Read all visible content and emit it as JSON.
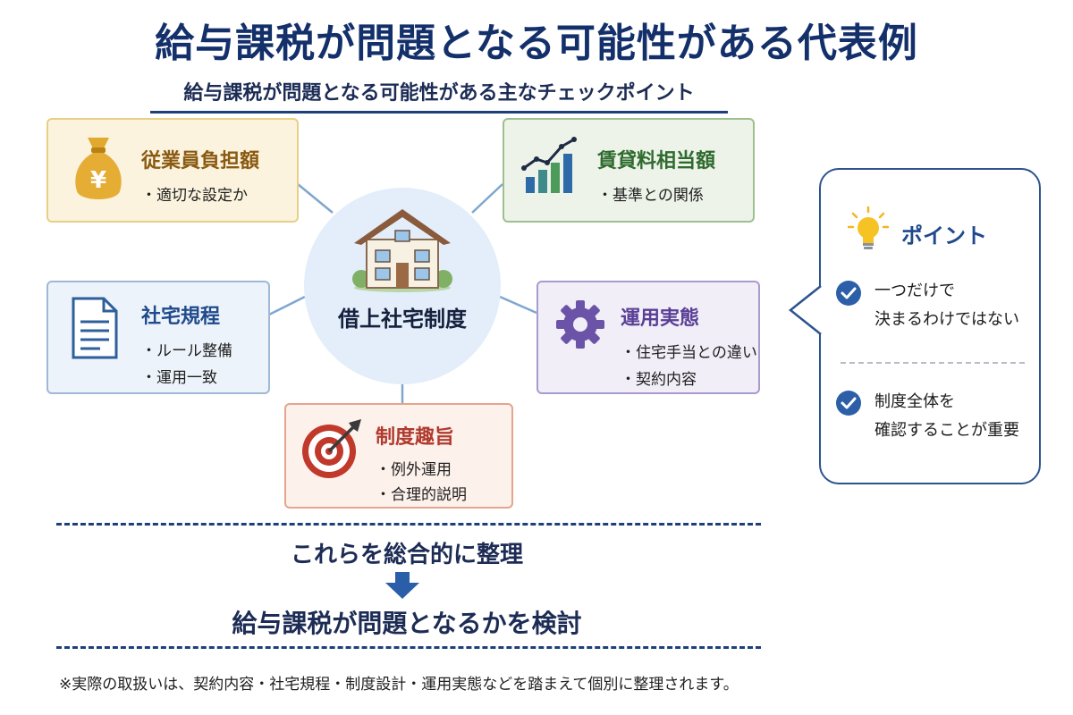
{
  "title": "給与課税が問題となる可能性がある代表例",
  "subtitle": "給与課税が問題となる可能性がある主なチェックポイント",
  "hub": {
    "label": "借上社宅制度",
    "icon": "house-icon"
  },
  "cards": {
    "employee_burden": {
      "title": "従業員負担額",
      "items": [
        "・適切な設定か"
      ],
      "icon": "money-bag-yen-icon",
      "color": "#8a5a12"
    },
    "rent_equivalent": {
      "title": "賃貸料相当額",
      "items": [
        "・基準との関係"
      ],
      "icon": "bar-chart-growth-icon",
      "color": "#2f6b2f"
    },
    "company_rules": {
      "title": "社宅規程",
      "items": [
        "・ルール整備",
        "・運用一致"
      ],
      "icon": "document-icon",
      "color": "#1f4a8c"
    },
    "operation": {
      "title": "運用実態",
      "items": [
        "・住宅手当との違い",
        "・契約内容"
      ],
      "icon": "gear-icon",
      "color": "#5a3f96"
    },
    "purpose": {
      "title": "制度趣旨",
      "items": [
        "・例外運用",
        "・合理的説明"
      ],
      "icon": "target-icon",
      "color": "#b03a2e"
    }
  },
  "point": {
    "title": "ポイント",
    "icon": "lightbulb-icon",
    "checks": [
      {
        "lines": [
          "一つだけで",
          "決まるわけではない"
        ],
        "icon": "check-circle-icon"
      },
      {
        "lines": [
          "制度全体を",
          "確認することが重要"
        ],
        "icon": "check-circle-icon"
      }
    ]
  },
  "summary": {
    "line1": "これらを総合的に整理",
    "arrow_icon": "arrow-down-icon",
    "line2": "給与課税が問題となるかを検討"
  },
  "footnote": "※実際の取扱いは、契約内容・社宅規程・制度設計・運用実態などを踏まえて個別に整理されます。"
}
